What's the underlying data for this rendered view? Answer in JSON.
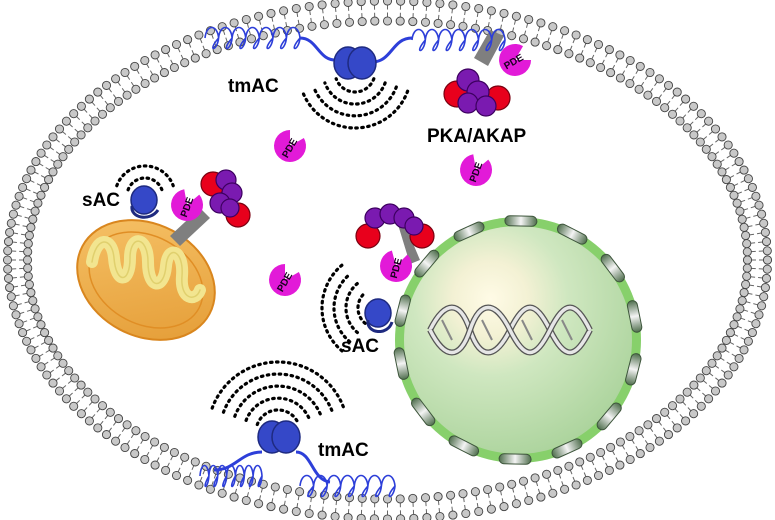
{
  "labels": {
    "tmac_top": "tmAC",
    "tmac_bottom": "tmAC",
    "sac_left": "sAC",
    "sac_center": "sAC",
    "pka_akap": "PKA/AKAP",
    "pde": "PDE"
  },
  "colors": {
    "membrane_head": "#c8c8c8",
    "membrane_stroke": "#444444",
    "transmembrane": "#2d3fd9",
    "ac_protein": "#3548c8",
    "pde": "#e21ad8",
    "pka_catalytic": "#e8001c",
    "pka_regulatory": "#7a1ab0",
    "akap": "#808080",
    "mitochondrion": "#f0a844",
    "cristae": "#efe38a",
    "nucleus": "#b7dba6",
    "nuclear_envelope": "#86d06a",
    "nuclear_pore": "#5a7a58",
    "dna": "#d0d0d0"
  },
  "icons": [
    "lipid-bilayer-membrane",
    "tmac-transmembrane-protein",
    "sac-protein",
    "pde-enzyme",
    "pka-holoenzyme",
    "akap-anchor",
    "mitochondrion",
    "nucleus",
    "dna-double-helix",
    "camp-signal-arcs"
  ]
}
